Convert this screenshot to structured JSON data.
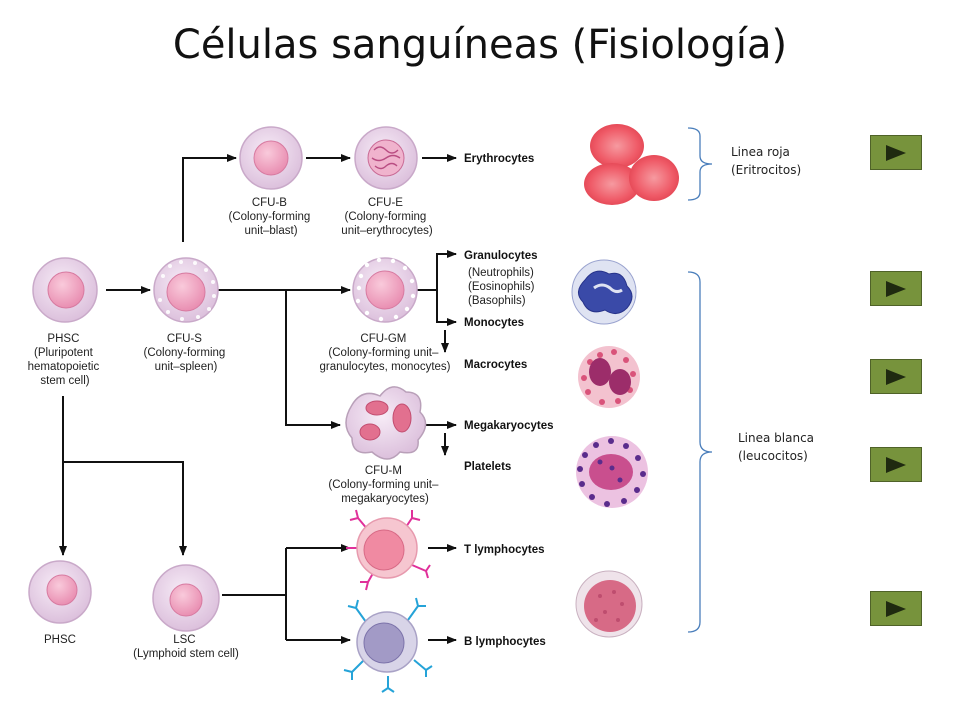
{
  "slide": {
    "title": "Células sanguíneas (Fisiología)"
  },
  "cells": {
    "phsc": [
      "PHSC",
      "(Pluripotent",
      "hematopoietic",
      "stem cell)"
    ],
    "cfu_s": [
      "CFU-S",
      "(Colony-forming",
      "unit–spleen)"
    ],
    "cfu_b": [
      "CFU-B",
      "(Colony-forming",
      "unit–blast)"
    ],
    "cfu_e": [
      "CFU-E",
      "(Colony-forming",
      "unit–erythrocytes)"
    ],
    "cfu_gm": [
      "CFU-GM",
      "(Colony-forming unit–",
      "granulocytes, monocytes)"
    ],
    "cfu_m": [
      "CFU-M",
      "(Colony-forming unit–",
      "megakaryocytes)"
    ],
    "phsc2": [
      "PHSC"
    ],
    "lsc": [
      "LSC",
      "(Lymphoid stem cell)"
    ]
  },
  "products": {
    "erythrocytes": "Erythrocytes",
    "granulocytes": "Granulocytes",
    "granulocyte_types": [
      "(Neutrophils)",
      "(Eosinophils)",
      "(Basophils)"
    ],
    "monocytes": "Monocytes",
    "macrocytes": "Macrocytes",
    "megakaryocytes": "Megakaryocytes",
    "platelets": "Platelets",
    "t_lymphocytes": "T lymphocytes",
    "b_lymphocytes": "B lymphocytes"
  },
  "groups": {
    "red_line": [
      "Linea roja",
      "(Eritrocitos)"
    ],
    "white_line": [
      "Linea blanca",
      "(leucocitos)"
    ]
  },
  "buttons": [
    {
      "icon": "play-icon"
    },
    {
      "icon": "play-icon"
    },
    {
      "icon": "play-icon"
    },
    {
      "icon": "play-icon"
    },
    {
      "icon": "play-icon"
    }
  ],
  "colors": {
    "button": "#77933c",
    "cell_outer": "#ead3ea",
    "cell_nucleus": "#f2a9c4",
    "red_cell": "#ef5a67",
    "stain_blue": "#3a4aa8"
  }
}
